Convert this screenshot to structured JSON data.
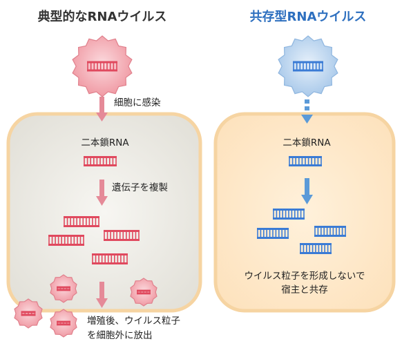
{
  "left": {
    "title": "典型的なRNAウイルス",
    "title_color": "#333333",
    "infect_label": "細胞に感染",
    "dsrna_label": "二本鎖RNA",
    "replicate_label": "遺伝子を複製",
    "release_line1": "増殖後、ウイルス粒子",
    "release_line2": "を細胞外に放出"
  },
  "right": {
    "title": "共存型RNAウイルス",
    "title_color": "#2d6fbf",
    "dsrna_label": "二本鎖RNA",
    "coexist_line1": "ウイルス粒子を形成しないで",
    "coexist_line2": "宿主と共存"
  },
  "colors": {
    "typical_rna": "#e0495e",
    "typical_virus_fill": "#f2a9b1",
    "typical_arrow": "#e58a98",
    "coexist_rna": "#3a7bd5",
    "coexist_virus_fill": "#bcd6ef",
    "coexist_arrow": "#5b9ad8",
    "cell_border": "#f6d4a2",
    "cell_left_fill": "#ecebe5",
    "cell_right_fill": "#fde6c7"
  },
  "icons": {
    "virus": "spiked-virus-particle-icon",
    "rna": "double-stranded-rna-icon"
  }
}
